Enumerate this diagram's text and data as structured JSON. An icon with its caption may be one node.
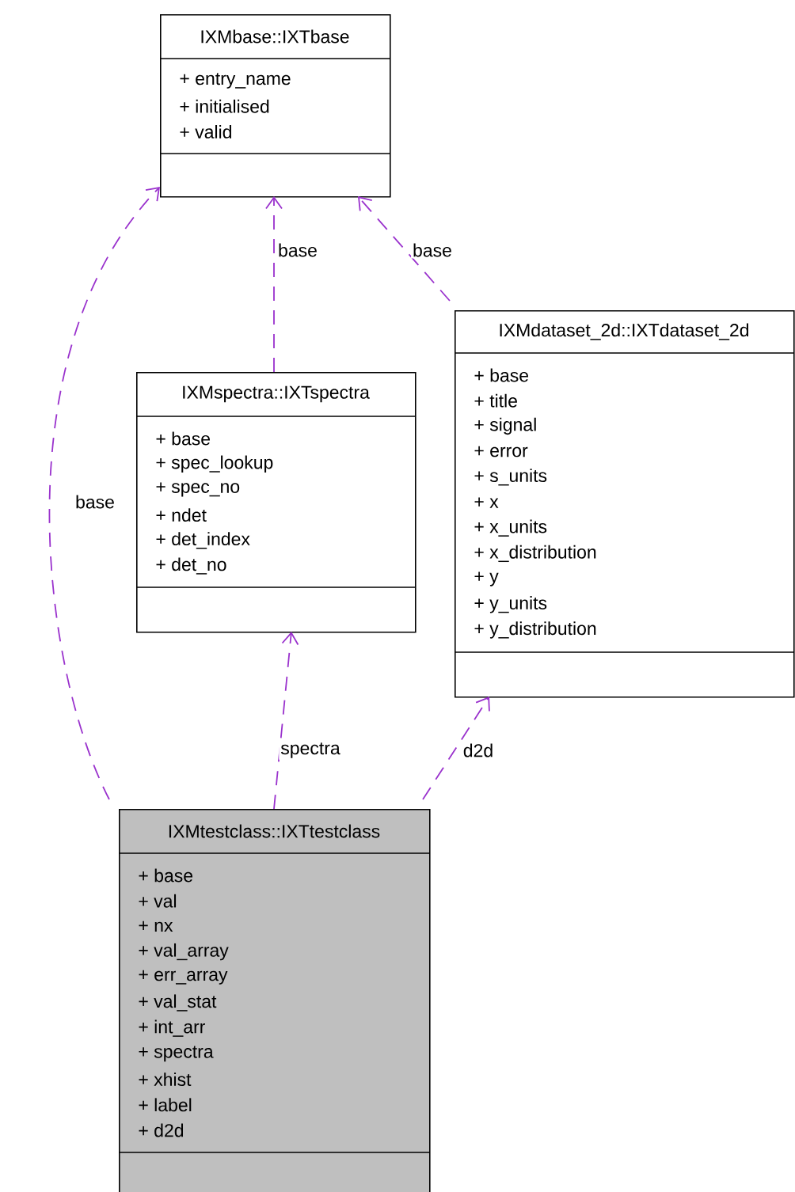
{
  "diagram": {
    "nodes": [
      {
        "text": [
          "IXMbase::IXTbase",
          "+ entry_name",
          "+ initialised",
          "+ valid"
        ]
      },
      {
        "text": [
          "IXMspectra::IXTspectra",
          "+ base",
          "+ spec_lookup",
          "+ spec_no",
          "+ ndet",
          "+ det_index",
          "+ det_no"
        ]
      },
      {
        "text": [
          "IXMdataset_2d::IXTdataset_2d",
          "+ base",
          "+ title",
          "+ signal",
          "+ error",
          "+ s_units",
          "+ x",
          "+ x_units",
          "+ x_distribution",
          "+ y",
          "+ y_units",
          "+ y_distribution"
        ]
      },
      {
        "text": [
          "IXMtestclass::IXTtestclass",
          "+ base",
          "+ val",
          "+ nx",
          "+ val_array",
          "+ err_array",
          "+ val_stat",
          "+ int_arr",
          "+ spectra",
          "+ xhist",
          "+ label",
          "+ d2d"
        ]
      }
    ],
    "edges": [
      {
        "from": 1,
        "to": 0,
        "arrow": "to",
        "label": "base",
        "style": "dashed"
      },
      {
        "from": 2,
        "to": 0,
        "arrow": "to",
        "label": "base",
        "style": "dashed"
      },
      {
        "from": 3,
        "to": 0,
        "arrow": "to",
        "label": "base",
        "style": "dashed"
      },
      {
        "from": 3,
        "to": 1,
        "arrow": "to",
        "label": "spectra",
        "style": "dashed"
      },
      {
        "from": 3,
        "to": 2,
        "arrow": "to",
        "label": "d2d",
        "style": "dashed"
      }
    ]
  }
}
